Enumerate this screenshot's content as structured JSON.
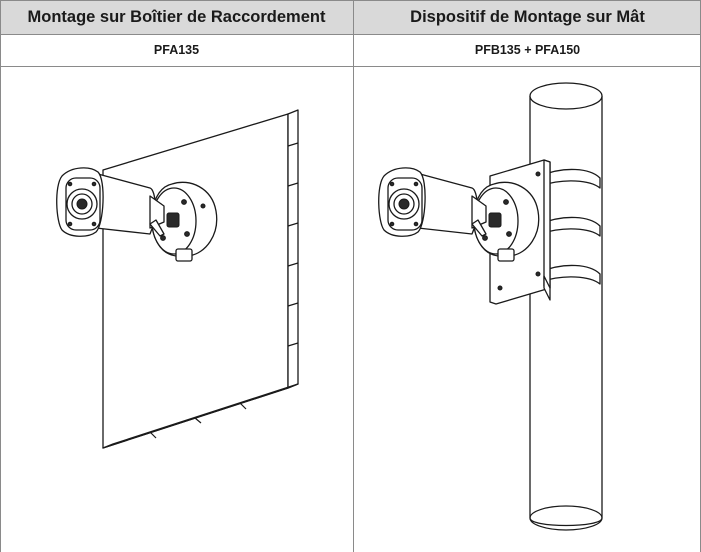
{
  "columns": [
    {
      "header": "Montage sur Boîtier de Raccordement",
      "model": "PFA135",
      "illustration": "camera-on-junction-box-wall"
    },
    {
      "header": "Dispositif de Montage sur Mât",
      "model": "PFB135 + PFA150",
      "illustration": "camera-on-pole-mount"
    }
  ],
  "colors": {
    "header_bg": "#d9d9d9",
    "border": "#8a8a8a",
    "line_art": "#1a1a1a"
  }
}
